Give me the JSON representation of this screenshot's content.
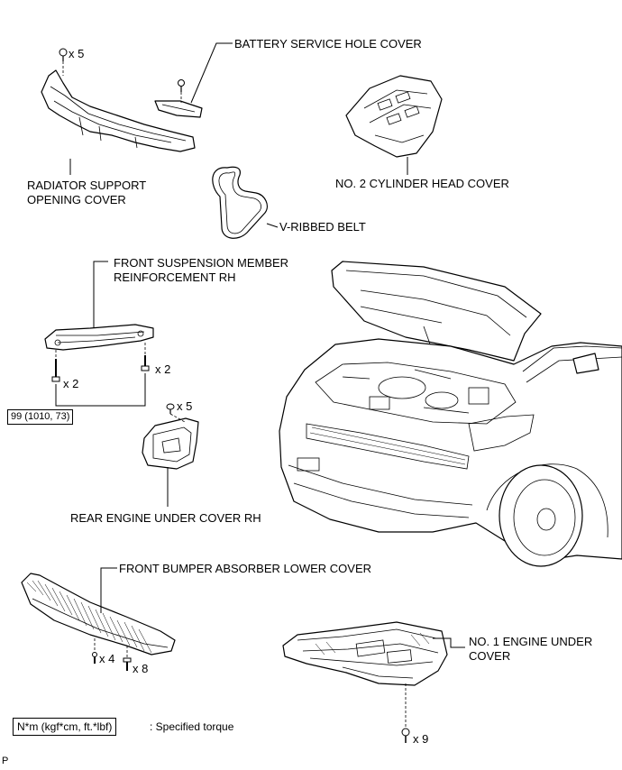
{
  "labels": {
    "radiator_support_opening_cover_line1": "RADIATOR SUPPORT",
    "radiator_support_opening_cover_line2": "OPENING COVER",
    "battery_service_hole_cover": "BATTERY SERVICE HOLE COVER",
    "no2_cylinder_head_cover": "NO. 2 CYLINDER HEAD COVER",
    "v_ribbed_belt": "V-RIBBED BELT",
    "front_suspension_member_reinforcement_line1": "FRONT SUSPENSION MEMBER",
    "front_suspension_member_reinforcement_line2": "REINFORCEMENT RH",
    "rear_engine_under_cover": "REAR ENGINE UNDER COVER RH",
    "front_bumper_absorber_lower_cover": "FRONT BUMPER ABSORBER LOWER COVER",
    "no1_engine_under_cover_line1": "NO. 1 ENGINE UNDER",
    "no1_engine_under_cover_line2": "COVER"
  },
  "quantities": {
    "radiator_clips": "x 5",
    "reinforcement_bolts_left": "x 2",
    "reinforcement_bolts_right": "x 2",
    "rear_cover_clips": "x 5",
    "bumper_cover_clips": "x 4",
    "bumper_cover_bolts": "x 8",
    "engine_under_cover_bolts": "x 9"
  },
  "torque_spec": "99 (1010, 73)",
  "legend": {
    "box_text": "N*m (kgf*cm, ft.*lbf)",
    "description": ": Specified torque"
  },
  "corner_mark": "P"
}
